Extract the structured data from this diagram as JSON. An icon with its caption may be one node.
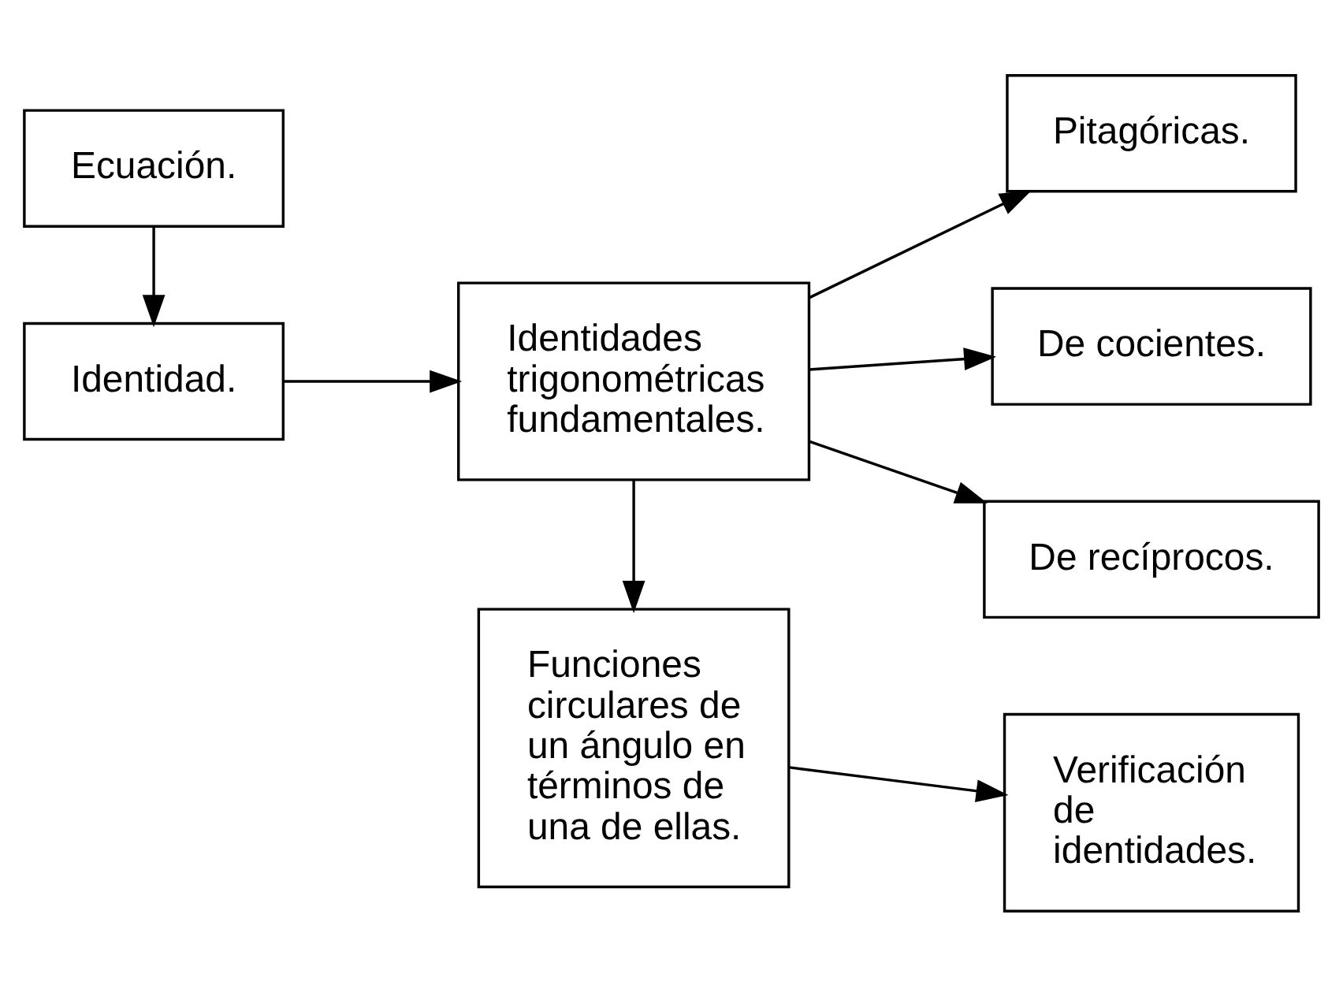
{
  "diagram": {
    "nodes": [
      {
        "text": [
          "Ecuación."
        ]
      },
      {
        "text": [
          "Identidad."
        ]
      },
      {
        "text": [
          "Identidades trigonométricas fundamentales."
        ]
      },
      {
        "text": [
          "Pitagóricas."
        ]
      },
      {
        "text": [
          "De cocientes."
        ]
      },
      {
        "text": [
          "De recíprocos."
        ]
      },
      {
        "text": [
          "Funciones circulares de un ángulo en términos de una de ellas."
        ]
      },
      {
        "text": [
          "Verificación de identidades."
        ]
      }
    ],
    "edges": [
      {
        "from": 0,
        "to": 1,
        "arrow": "to"
      },
      {
        "from": 1,
        "to": 2,
        "arrow": "to"
      },
      {
        "from": 2,
        "to": 3,
        "arrow": "to"
      },
      {
        "from": 2,
        "to": 4,
        "arrow": "to"
      },
      {
        "from": 2,
        "to": 5,
        "arrow": "to"
      },
      {
        "from": 2,
        "to": 6,
        "arrow": "to"
      },
      {
        "from": 6,
        "to": 7,
        "arrow": "to"
      }
    ]
  }
}
